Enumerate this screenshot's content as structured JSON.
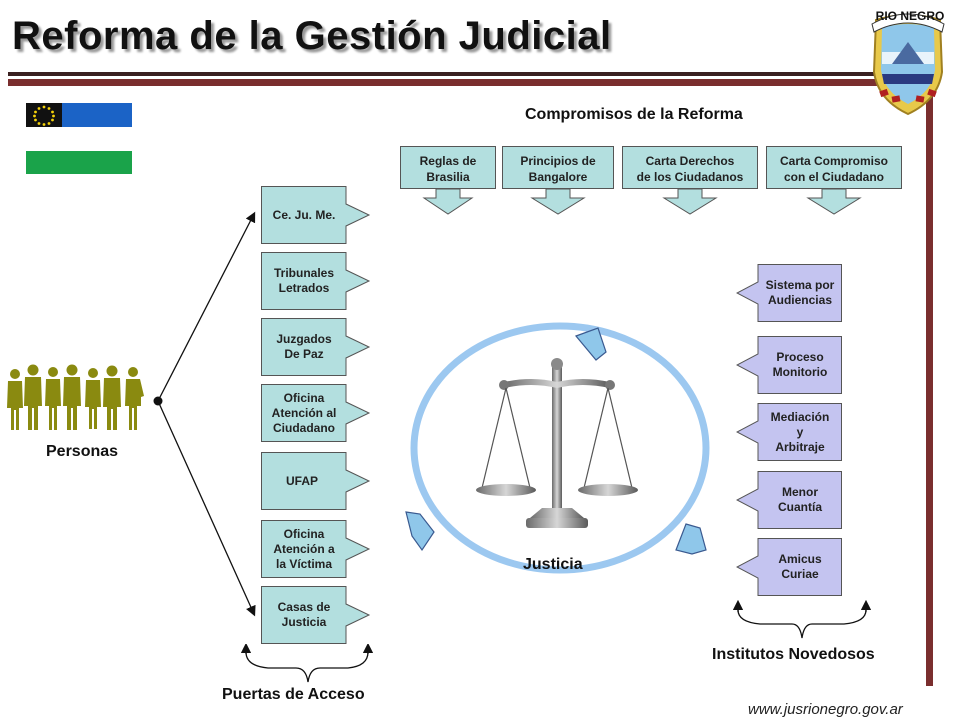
{
  "header": {
    "title": "Reforma de la Gestión Judicial",
    "emblem_text": "RIO NEGRO"
  },
  "commitments": {
    "title": "Compromisos de la Reforma",
    "items": [
      {
        "label": "Reglas de\nBrasilia"
      },
      {
        "label": "Principios de\nBangalore"
      },
      {
        "label": "Carta Derechos\nde los Ciudadanos"
      },
      {
        "label": "Carta Compromiso\ncon el Ciudadano"
      }
    ]
  },
  "people_label": "Personas",
  "access": {
    "title": "Puertas de Acceso",
    "items": [
      {
        "label": "Ce. Ju. Me."
      },
      {
        "label": "Tribunales\nLetrados"
      },
      {
        "label": "Juzgados\nDe Paz"
      },
      {
        "label": "Oficina\nAtención al\nCiudadano"
      },
      {
        "label": "UFAP"
      },
      {
        "label": "Oficina\nAtención a\nla Víctima"
      },
      {
        "label": "Casas de\nJusticia"
      }
    ]
  },
  "justice_label": "Justicia",
  "institutes": {
    "title": "Institutos Novedosos",
    "items": [
      {
        "label": "Sistema por\nAudiencias"
      },
      {
        "label": "Proceso\nMonitorio"
      },
      {
        "label": "Mediación\ny\nArbitraje"
      },
      {
        "label": "Menor\nCuantía"
      },
      {
        "label": "Amicus\nCuriae"
      }
    ]
  },
  "footer": {
    "url": "www.jusrionegro.gov.ar"
  },
  "colors": {
    "gate_fill": "#b3dfdf",
    "commit_fill": "#b3dfdf",
    "institute_fill": "#c4c4f0",
    "ring": "#9cc8f0",
    "people": "#8a8a10",
    "eu_blue": "#1b63c6",
    "green_bar": "#1aa34a",
    "accent_red": "#7a2e2e"
  }
}
